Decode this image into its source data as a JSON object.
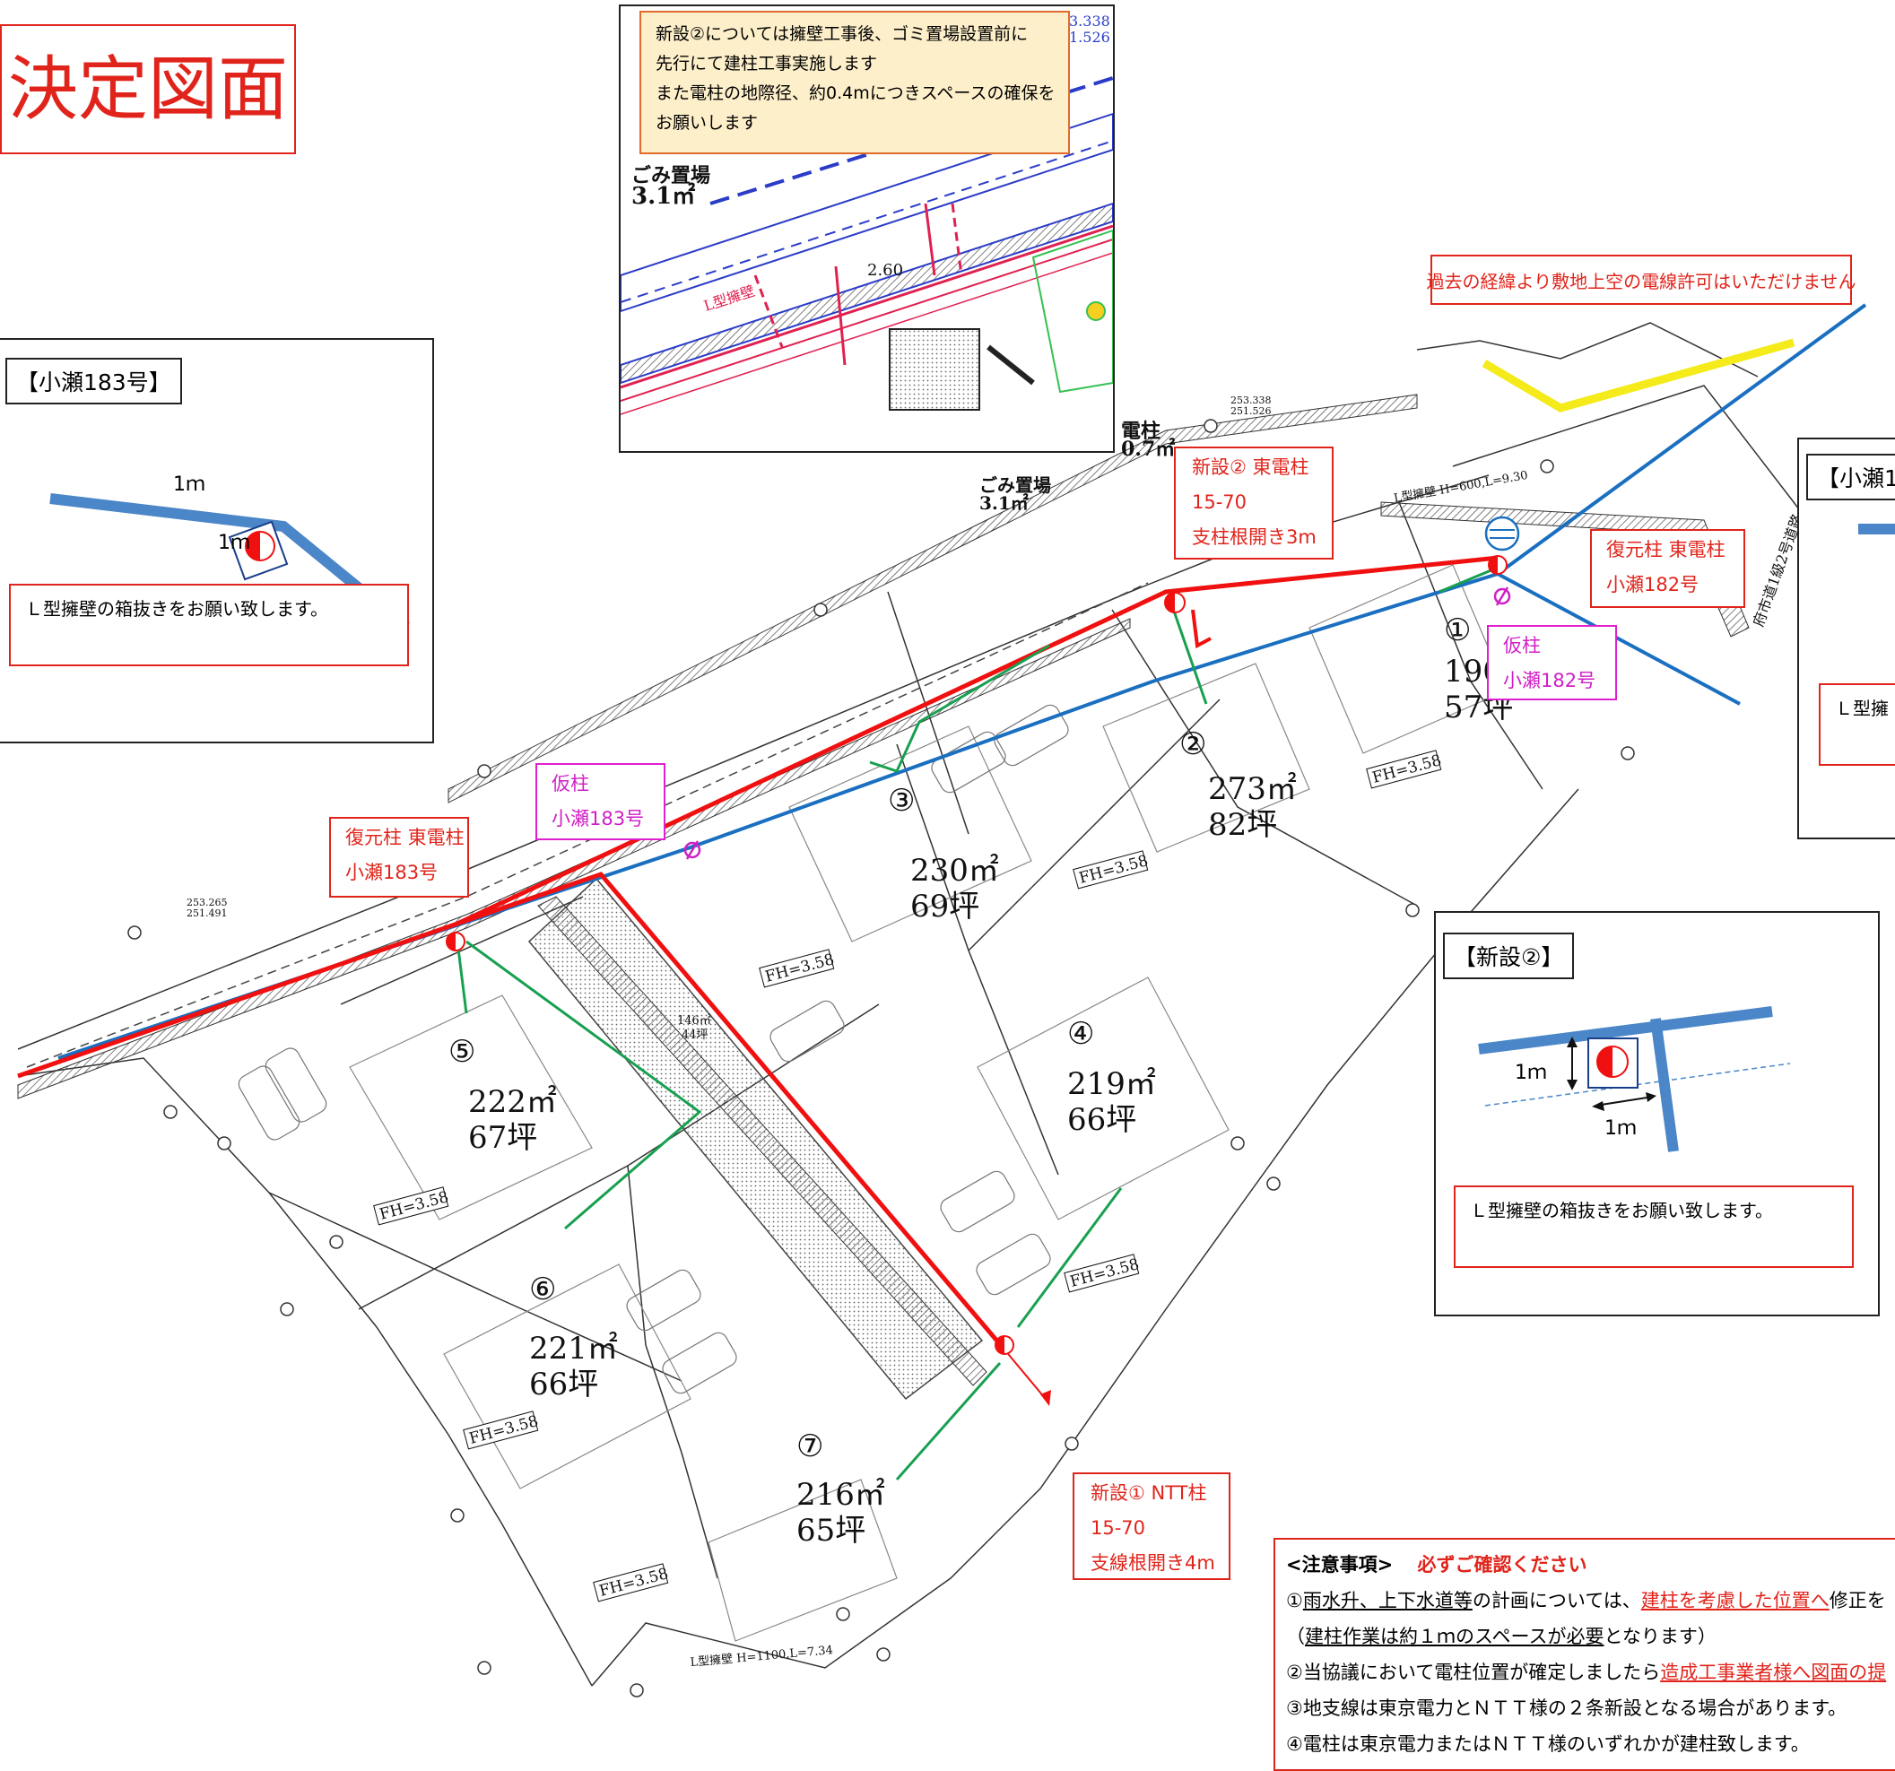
{
  "title": "決定図面",
  "callout_top": {
    "lines": [
      "新設②については擁壁工事後、ゴミ置場設置前に",
      "先行にて建柱工事実施します",
      "また電柱の地際径、約0.4mにつきスペースの確保を",
      "お願いします"
    ]
  },
  "no_overhead_notice": "過去の経緯より敷地上空の電線許可はいただけません",
  "inset_left": {
    "title": "【小瀬183号】",
    "dim_h": "1ｍ",
    "dim_v": "1ｍ",
    "note": "Ｌ型擁壁の箱抜きをお願い致します。"
  },
  "inset_right_partial": {
    "title": "【小瀬1",
    "note": "Ｌ型擁"
  },
  "inset_new2": {
    "title": "【新設②】",
    "dim_v": "1ｍ",
    "dim_h": "1ｍ",
    "note": "Ｌ型擁壁の箱抜きをお願い致します。"
  },
  "labels": {
    "new2": [
      "新設② 東電柱",
      "15-70",
      "支柱根開き3m"
    ],
    "restore182": [
      "復元柱 東電柱",
      "小瀬182号"
    ],
    "temp182": [
      "仮柱",
      "小瀬182号"
    ],
    "temp183": [
      "仮柱",
      "小瀬183号"
    ],
    "restore183": [
      "復元柱 東電柱",
      "小瀬183号"
    ],
    "new1": [
      "新設① NTT柱",
      "15-70",
      "支線根開き4m"
    ]
  },
  "plots": [
    {
      "num": "①",
      "area": "190㎡",
      "tsubo": "57坪"
    },
    {
      "num": "②",
      "area": "273㎡",
      "tsubo": "82坪"
    },
    {
      "num": "③",
      "area": "230㎡",
      "tsubo": "69坪"
    },
    {
      "num": "④",
      "area": "219㎡",
      "tsubo": "66坪"
    },
    {
      "num": "⑤",
      "area": "222㎡",
      "tsubo": "67坪"
    },
    {
      "num": "⑥",
      "area": "221㎡",
      "tsubo": "66坪"
    },
    {
      "num": "⑦",
      "area": "216㎡",
      "tsubo": "65坪"
    }
  ],
  "drawing_text": {
    "pole": "電柱",
    "pole_area": "0.7㎡",
    "garbage": "ごみ置場",
    "garbage_area": "3.1㎡",
    "garbage_inset": "ごみ置場",
    "garbage_inset_area": "3.1㎡",
    "fh": "FH=3.58",
    "road_146": "146㎡",
    "road_44": "44坪",
    "dim_260": "2.60",
    "wall_top": "L型擁壁 H=600,L=9.30",
    "wall_top_inset": "L型擁壁",
    "coord_1": "253.338",
    "coord_2": "251.526",
    "coord_3": "253.265",
    "coord_4": "251.491",
    "city_road": "府市道1級2号道路",
    "wall_bottom": "L型擁壁 H=1100,L=7.34",
    "inset_coord_1": "3.338",
    "inset_coord_2": "1.526"
  },
  "notes": {
    "heading": "<注意事項>",
    "heading_alert": "必ずご確認ください",
    "line1_a": "①",
    "line1_b": "雨水升、上下水道等",
    "line1_c": "の計画については、",
    "line1_d": "建柱を考慮した位置へ",
    "line1_e": "修正を",
    "line2_a": "（",
    "line2_b": "建柱作業は約１ｍのスペースが必要",
    "line2_c": "となります）",
    "line3_a": "②当協議において電柱位置が確定しましたら",
    "line3_b": "造成工事業者様へ図面の提",
    "line4": "③地支線は東京電力とＮＴＴ様の２条新設となる場合があります。",
    "line5": "④電柱は東京電力またはＮＴＴ様のいずれかが建柱致します。"
  },
  "colors": {
    "red_line": "#f01010",
    "blue_line": "#1a6fc0",
    "green_line": "#18a050",
    "yellow_line": "#f5ea1a",
    "label_red": "#e0241b",
    "label_magenta": "#d01fc6",
    "callout_bg": "#fdefc9",
    "inset_blue": "#4a86c8"
  }
}
